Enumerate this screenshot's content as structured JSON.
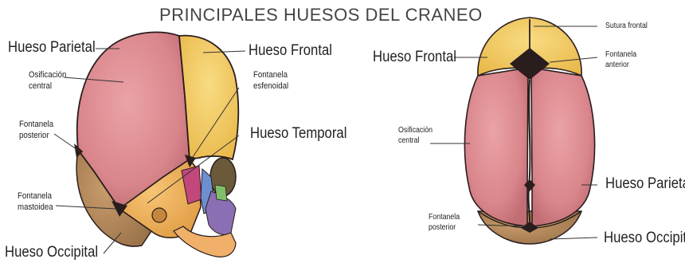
{
  "title": "PRINCIPALES HUESOS DEL CRANEO",
  "side_view": {
    "labels": {
      "hueso_parietal": "Hueso Parietal",
      "osificacion_central": "Osificación central",
      "fontanela_posterior": "Fontanela posterior",
      "fontanela_mastoidea": "Fontanela mastoidea",
      "hueso_occipital": "Hueso Occipital",
      "hueso_frontal": "Hueso Frontal",
      "fontanela_esfenoidal": "Fontanela esfenoidal",
      "hueso_temporal": "Hueso Temporal"
    }
  },
  "top_view": {
    "labels": {
      "hueso_frontal": "Hueso Frontal",
      "sutura_frontal": "Sutura frontal",
      "fontanela_anterior": "Fontanela anterior",
      "osificacion_central": "Osificación central",
      "hueso_parietal": "Hueso Parietal",
      "fontanela_posterior": "Fontanela posterior",
      "hueso_occipital": "Hueso Occipital"
    }
  },
  "colors": {
    "parietal": "#d9868c",
    "frontal": "#f2c95c",
    "occipital": "#b58a5c",
    "temporal": "#f0b55e",
    "sphenoid": "#c2477a",
    "facial_blue": "#6d8fd0",
    "facial_purple": "#8a6fb5",
    "suture": "#2a1d1d"
  }
}
